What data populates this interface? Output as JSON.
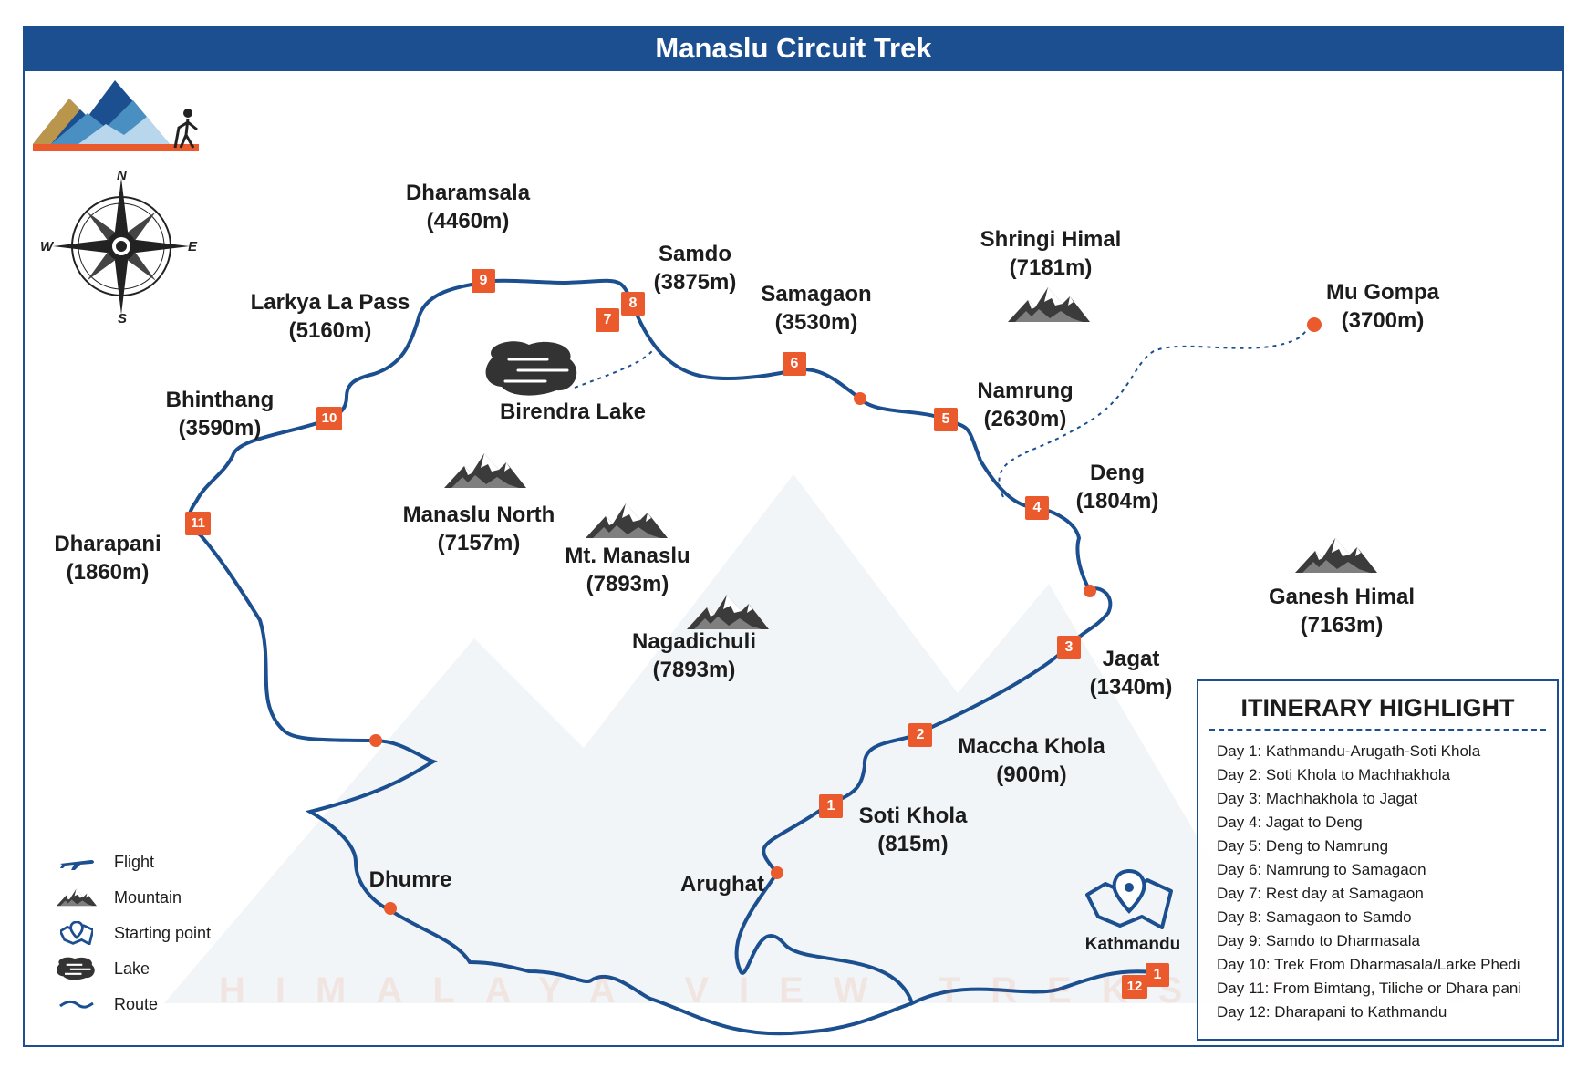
{
  "title": "Manaslu Circuit Trek",
  "brand": {
    "mark": "HIMALAYA VIEW TREKS Pvt. Ltd.",
    "watermark": "HIMALAYA VIEW TREKS P.LTD."
  },
  "compass": {
    "n": "N",
    "s": "S",
    "e": "E",
    "w": "W"
  },
  "places": {
    "dharamsala": {
      "name": "Dharamsala",
      "alt": "(4460m)"
    },
    "samdo": {
      "name": "Samdo",
      "alt": "(3875m)"
    },
    "samagaon": {
      "name": "Samagaon",
      "alt": "(3530m)"
    },
    "shringi": {
      "name": "Shringi Himal",
      "alt": "(7181m)"
    },
    "mugompa": {
      "name": "Mu Gompa",
      "alt": "(3700m)"
    },
    "larkya": {
      "name": "Larkya La Pass",
      "alt": "(5160m)"
    },
    "bhinthang": {
      "name": "Bhinthang",
      "alt": "(3590m)"
    },
    "birendra": {
      "name": "Birendra Lake"
    },
    "namrung": {
      "name": "Namrung",
      "alt": "(2630m)"
    },
    "deng": {
      "name": "Deng",
      "alt": "(1804m)"
    },
    "manaslu_north": {
      "name": "Manaslu North",
      "alt": "(7157m)"
    },
    "mt_manaslu": {
      "name": "Mt. Manaslu",
      "alt": "(7893m)"
    },
    "dharapani": {
      "name": "Dharapani",
      "alt": "(1860m)"
    },
    "ganesh": {
      "name": "Ganesh Himal",
      "alt": "(7163m)"
    },
    "nagadichuli": {
      "name": "Nagadichuli",
      "alt": "(7893m)"
    },
    "jagat": {
      "name": "Jagat",
      "alt": "(1340m)"
    },
    "maccha": {
      "name": "Maccha Khola",
      "alt": "(900m)"
    },
    "soti": {
      "name": "Soti Khola",
      "alt": "(815m)"
    },
    "dhumre": {
      "name": "Dhumre"
    },
    "arughat": {
      "name": "Arughat"
    },
    "kathmandu": {
      "name": "Kathmandu"
    }
  },
  "stops": [
    "1",
    "2",
    "3",
    "4",
    "5",
    "6",
    "7",
    "8",
    "9",
    "10",
    "11",
    "12",
    "1"
  ],
  "legend": [
    {
      "icon": "plane-icon",
      "label": "Flight"
    },
    {
      "icon": "mountain-icon",
      "label": "Mountain"
    },
    {
      "icon": "map-pin-icon",
      "label": "Starting point"
    },
    {
      "icon": "lake-icon",
      "label": "Lake"
    },
    {
      "icon": "route-icon",
      "label": "Route"
    }
  ],
  "itinerary": {
    "title": "ITINERARY HIGHLIGHT",
    "days": [
      "Day 1: Kathmandu-Arugath-Soti Khola",
      "Day 2: Soti Khola to Machhakhola",
      "Day 3: Machhakhola to Jagat",
      "Day 4: Jagat to Deng",
      "Day 5: Deng to Namrung",
      "Day 6: Namrung to Samagaon",
      "Day 7: Rest day at Samagaon",
      "Day 8: Samagaon to Samdo",
      "Day 9: Samdo to Dharmasala",
      "Day 10: Trek From Dharmasala/Larke Phedi",
      "Day 11: From Bimtang, Tiliche or Dhara pani",
      "Day 12: Dharapani to Kathmandu"
    ]
  },
  "colors": {
    "route": "#1b4f8f",
    "stop": "#ea5a2c",
    "header": "#1b4f8f",
    "mountain": "#3b3b3b"
  }
}
